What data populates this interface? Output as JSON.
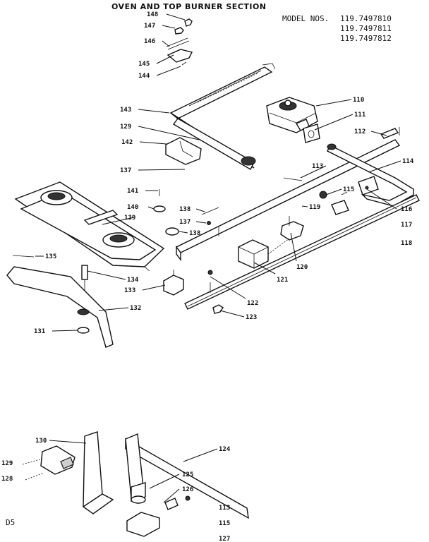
{
  "title": "OVEN AND TOP BURNER SECTION",
  "model_label": "MODEL NOS.",
  "models": [
    "119.7497810",
    "119.7497811",
    "119.7497812"
  ],
  "page_code": "D5",
  "callouts": {
    "c148": "148",
    "c147": "147",
    "c146": "146",
    "c145": "145",
    "c144": "144",
    "c143": "143",
    "c129a": "129",
    "c142": "142",
    "c137a": "137",
    "c141": "141",
    "c140": "140",
    "c139": "139",
    "c135": "135",
    "c134": "134",
    "c133": "133",
    "c132": "132",
    "c131": "131",
    "c138a": "138",
    "c137b": "137",
    "c138b": "138",
    "c110": "110",
    "c111": "111",
    "c112": "112",
    "c113a": "113",
    "c114": "114",
    "c115a": "115",
    "c119": "119",
    "c116": "116",
    "c117": "117",
    "c118": "118",
    "c120": "120",
    "c121": "121",
    "c122": "122",
    "c123": "123",
    "c130": "130",
    "c124": "124",
    "c125": "125",
    "c126": "126",
    "c129b": "129",
    "c128": "128",
    "c113b": "113",
    "c115b": "115",
    "c127": "127"
  }
}
